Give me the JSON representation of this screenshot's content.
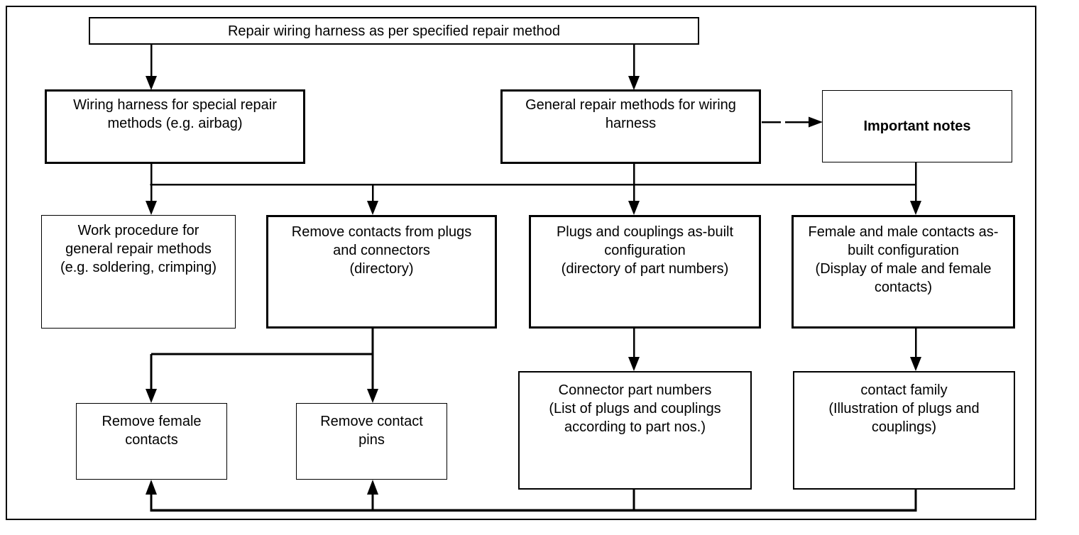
{
  "page": {
    "background_color": "#ffffff",
    "line_color": "#000000"
  },
  "diagram": {
    "type": "flowchart",
    "nodes": {
      "root": {
        "text": [
          "Repair wiring harness as per specified repair method"
        ]
      },
      "special_repair": {
        "text": [
          "Wiring harness for special repair",
          "methods (e.g. airbag)"
        ]
      },
      "general_repair": {
        "text": [
          "General repair methods for wiring",
          "harness"
        ]
      },
      "important_notes": {
        "text": [
          "Important notes"
        ],
        "emphasis": "bold"
      },
      "work_procedure": {
        "text": [
          "Work procedure for",
          "general repair methods",
          "(e.g. soldering, crimping)"
        ]
      },
      "remove_contacts": {
        "text": [
          "Remove contacts from plugs",
          "and connectors",
          "(directory)"
        ]
      },
      "plugs_couplings": {
        "text": [
          "Plugs and couplings as-built",
          "configuration",
          "(directory of part numbers)"
        ]
      },
      "female_male_contacts": {
        "text": [
          "Female and male contacts as-",
          "built configuration",
          "(Display of male and female",
          "contacts)"
        ]
      },
      "remove_female": {
        "text": [
          "Remove female",
          "contacts"
        ]
      },
      "remove_pins": {
        "text": [
          "Remove contact",
          "pins"
        ]
      },
      "connector_parts": {
        "text": [
          "Connector part numbers",
          "(List of plugs and couplings",
          "according to part nos.)"
        ]
      },
      "contact_family": {
        "text": [
          "contact family",
          "(Illustration of plugs and",
          "couplings)"
        ]
      }
    },
    "edges": [
      "root -> special_repair",
      "root -> general_repair",
      "general_repair -> important_notes",
      "special_repair + general_repair + important_notes -> work_procedure",
      "special_repair + general_repair + important_notes -> remove_contacts",
      "special_repair + general_repair + important_notes -> plugs_couplings",
      "special_repair + general_repair + important_notes -> female_male_contacts",
      "remove_contacts -> remove_female",
      "remove_contacts -> remove_pins",
      "plugs_couplings -> connector_parts",
      "female_male_contacts -> contact_family",
      "connector_parts + contact_family -> remove_female",
      "connector_parts + contact_family -> remove_pins"
    ]
  }
}
